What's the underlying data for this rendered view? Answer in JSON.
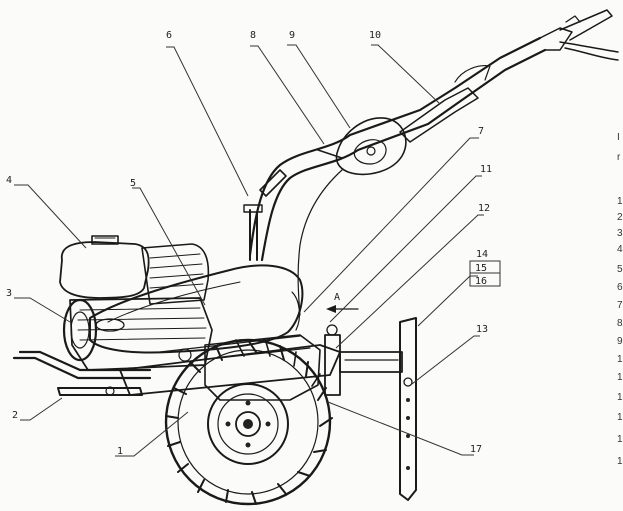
{
  "diagram": {
    "callouts": [
      "1",
      "2",
      "3",
      "4",
      "5",
      "6",
      "7",
      "8",
      "9",
      "10",
      "11",
      "12",
      "13",
      "14",
      "15",
      "16",
      "17"
    ],
    "direction_label": "A"
  },
  "right_edge_fragments": [
    "I",
    "r",
    "1",
    "2",
    "3",
    "4",
    "5",
    "6",
    "7",
    "8",
    "9",
    "1",
    "1",
    "1",
    "1",
    "1",
    "1"
  ]
}
